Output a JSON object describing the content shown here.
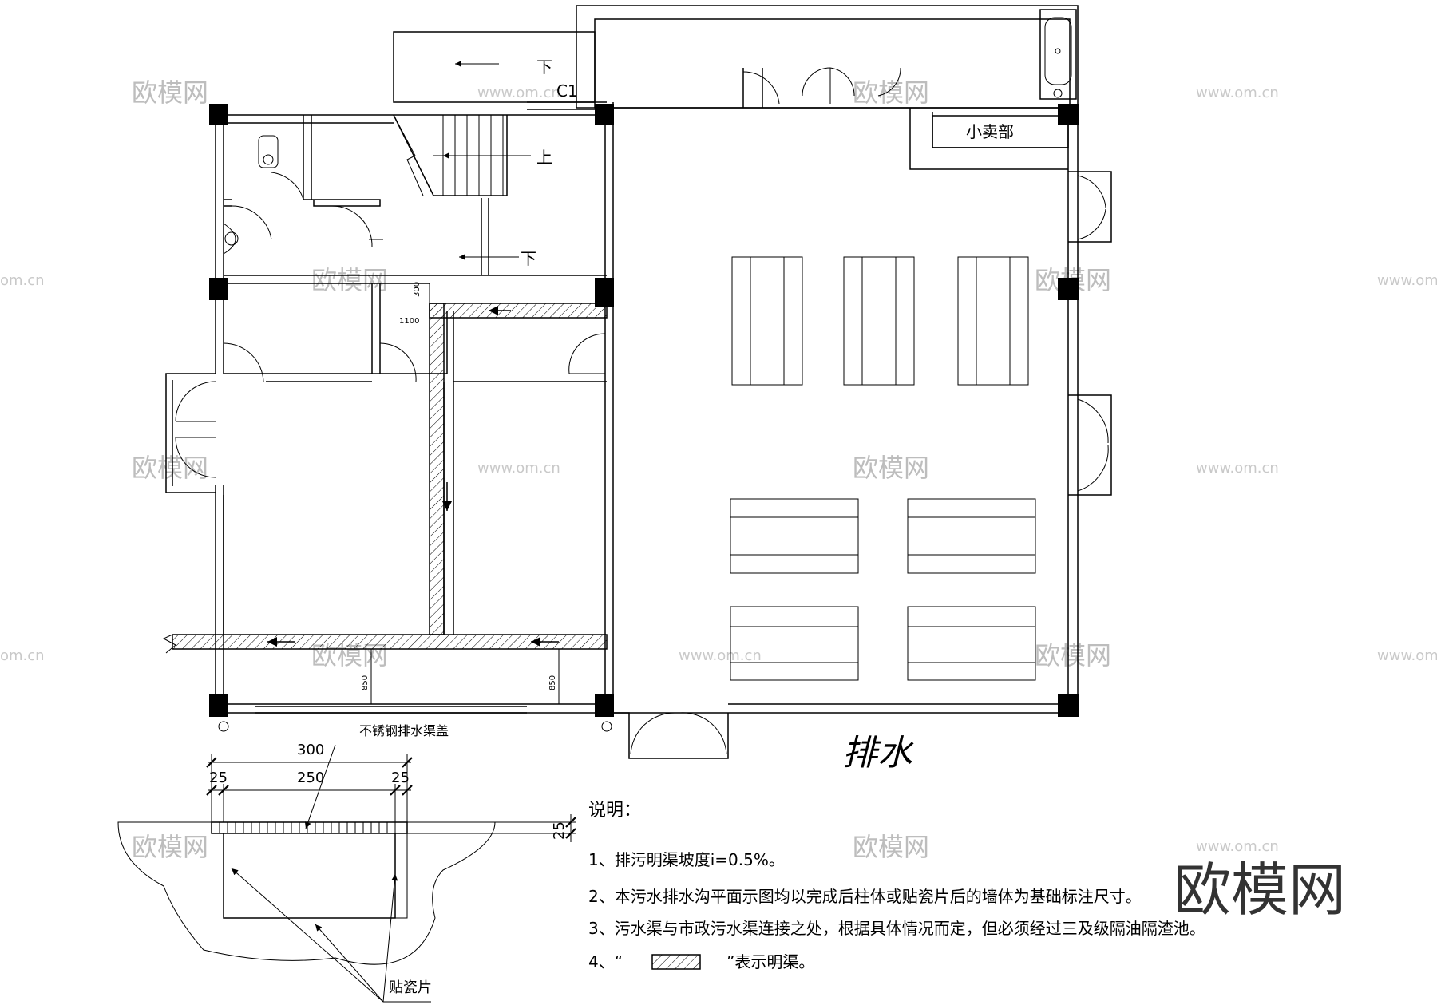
{
  "plan": {
    "title": "排水",
    "room_shop": "小卖部",
    "label_c1": "C1",
    "stair_down_top": "下",
    "stair_up": "上",
    "stair_down_mid": "下",
    "dim_300": "300",
    "dim_1100": "1100",
    "dim_850_a": "850",
    "dim_850_b": "850"
  },
  "section": {
    "cover_label": "不锈钢排水渠盖",
    "dim_overall": "300",
    "dim_left": "25",
    "dim_mid": "250",
    "dim_right": "25",
    "dim_depth": "25",
    "tile_label": "贴瓷片"
  },
  "notes": {
    "heading": "说明：",
    "n1": "1、排污明渠坡度i=0.5%。",
    "n2": "2、本污水排水沟平面示图均以完成后柱体或贴瓷片后的墙体为基础标注尺寸。",
    "n3": "3、污水渠与市政污水渠连接之处，根据具体情况而定，但必须经过三及级隔油隔渣池。",
    "n4_prefix": "4、“",
    "n4_suffix": "”表示明渠。"
  },
  "watermark": {
    "brand": "欧模网",
    "url": "www.om.cn",
    "url_short": "om.cn"
  }
}
